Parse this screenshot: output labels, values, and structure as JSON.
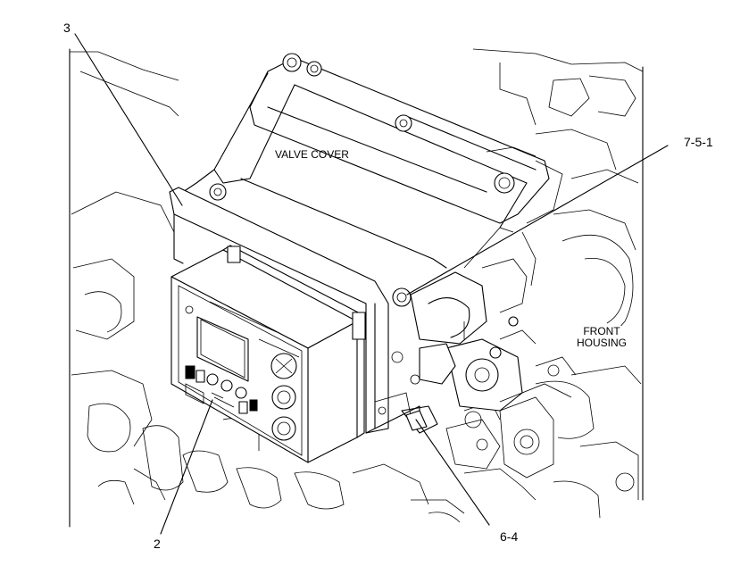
{
  "callouts": {
    "c3": "3",
    "c751": "7-5-1",
    "c2": "2",
    "c64": "6-4"
  },
  "labels": {
    "valve_cover": "VALVE COVER",
    "front_housing_line1": "FRONT",
    "front_housing_line2": "HOUSING"
  },
  "colors": {
    "ink": "#000000",
    "paper": "#ffffff"
  }
}
